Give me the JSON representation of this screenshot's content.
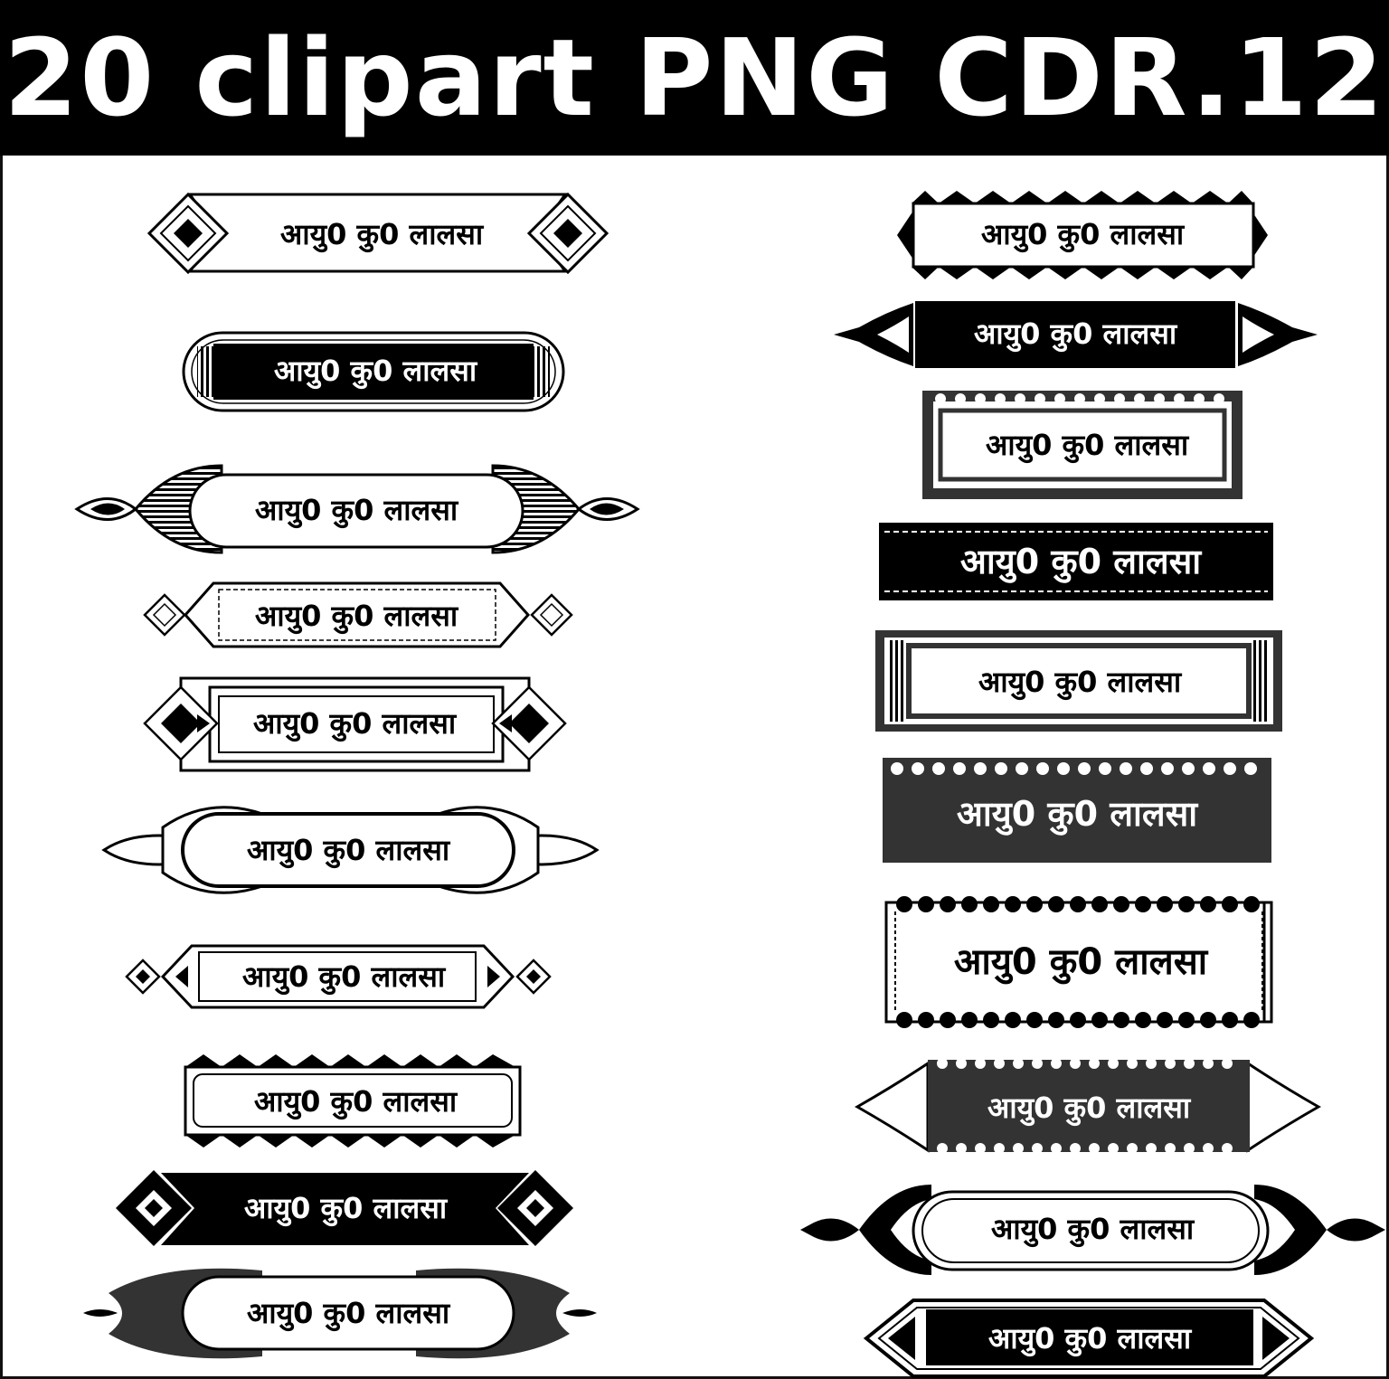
{
  "header": {
    "title": "20 clipart PNG CDR.12"
  },
  "banner_text": "आयु0 कु0 लालसा",
  "colors": {
    "ink": "#000000",
    "paper": "#ffffff",
    "dark_fill": "#333333"
  },
  "left_column": [
    {
      "style": "ribbon-diamond"
    },
    {
      "style": "rounded-striped"
    },
    {
      "style": "crescent-pill"
    },
    {
      "style": "double-diamond-tab"
    },
    {
      "style": "quad-diamond"
    },
    {
      "style": "swirl-pill"
    },
    {
      "style": "arrow-diamond"
    },
    {
      "style": "zigzag-box"
    },
    {
      "style": "solid-diamond-black"
    },
    {
      "style": "black-swirl-pill"
    }
  ],
  "right_column": [
    {
      "style": "saw-tooth-box"
    },
    {
      "style": "black-bracket"
    },
    {
      "style": "scallop-frame"
    },
    {
      "style": "black-dashed"
    },
    {
      "style": "stripe-frame"
    },
    {
      "style": "scallop-dark"
    },
    {
      "style": "dotted-frame"
    },
    {
      "style": "scallop-arrow"
    },
    {
      "style": "crescent-diamond"
    },
    {
      "style": "black-arrow-hex"
    }
  ]
}
